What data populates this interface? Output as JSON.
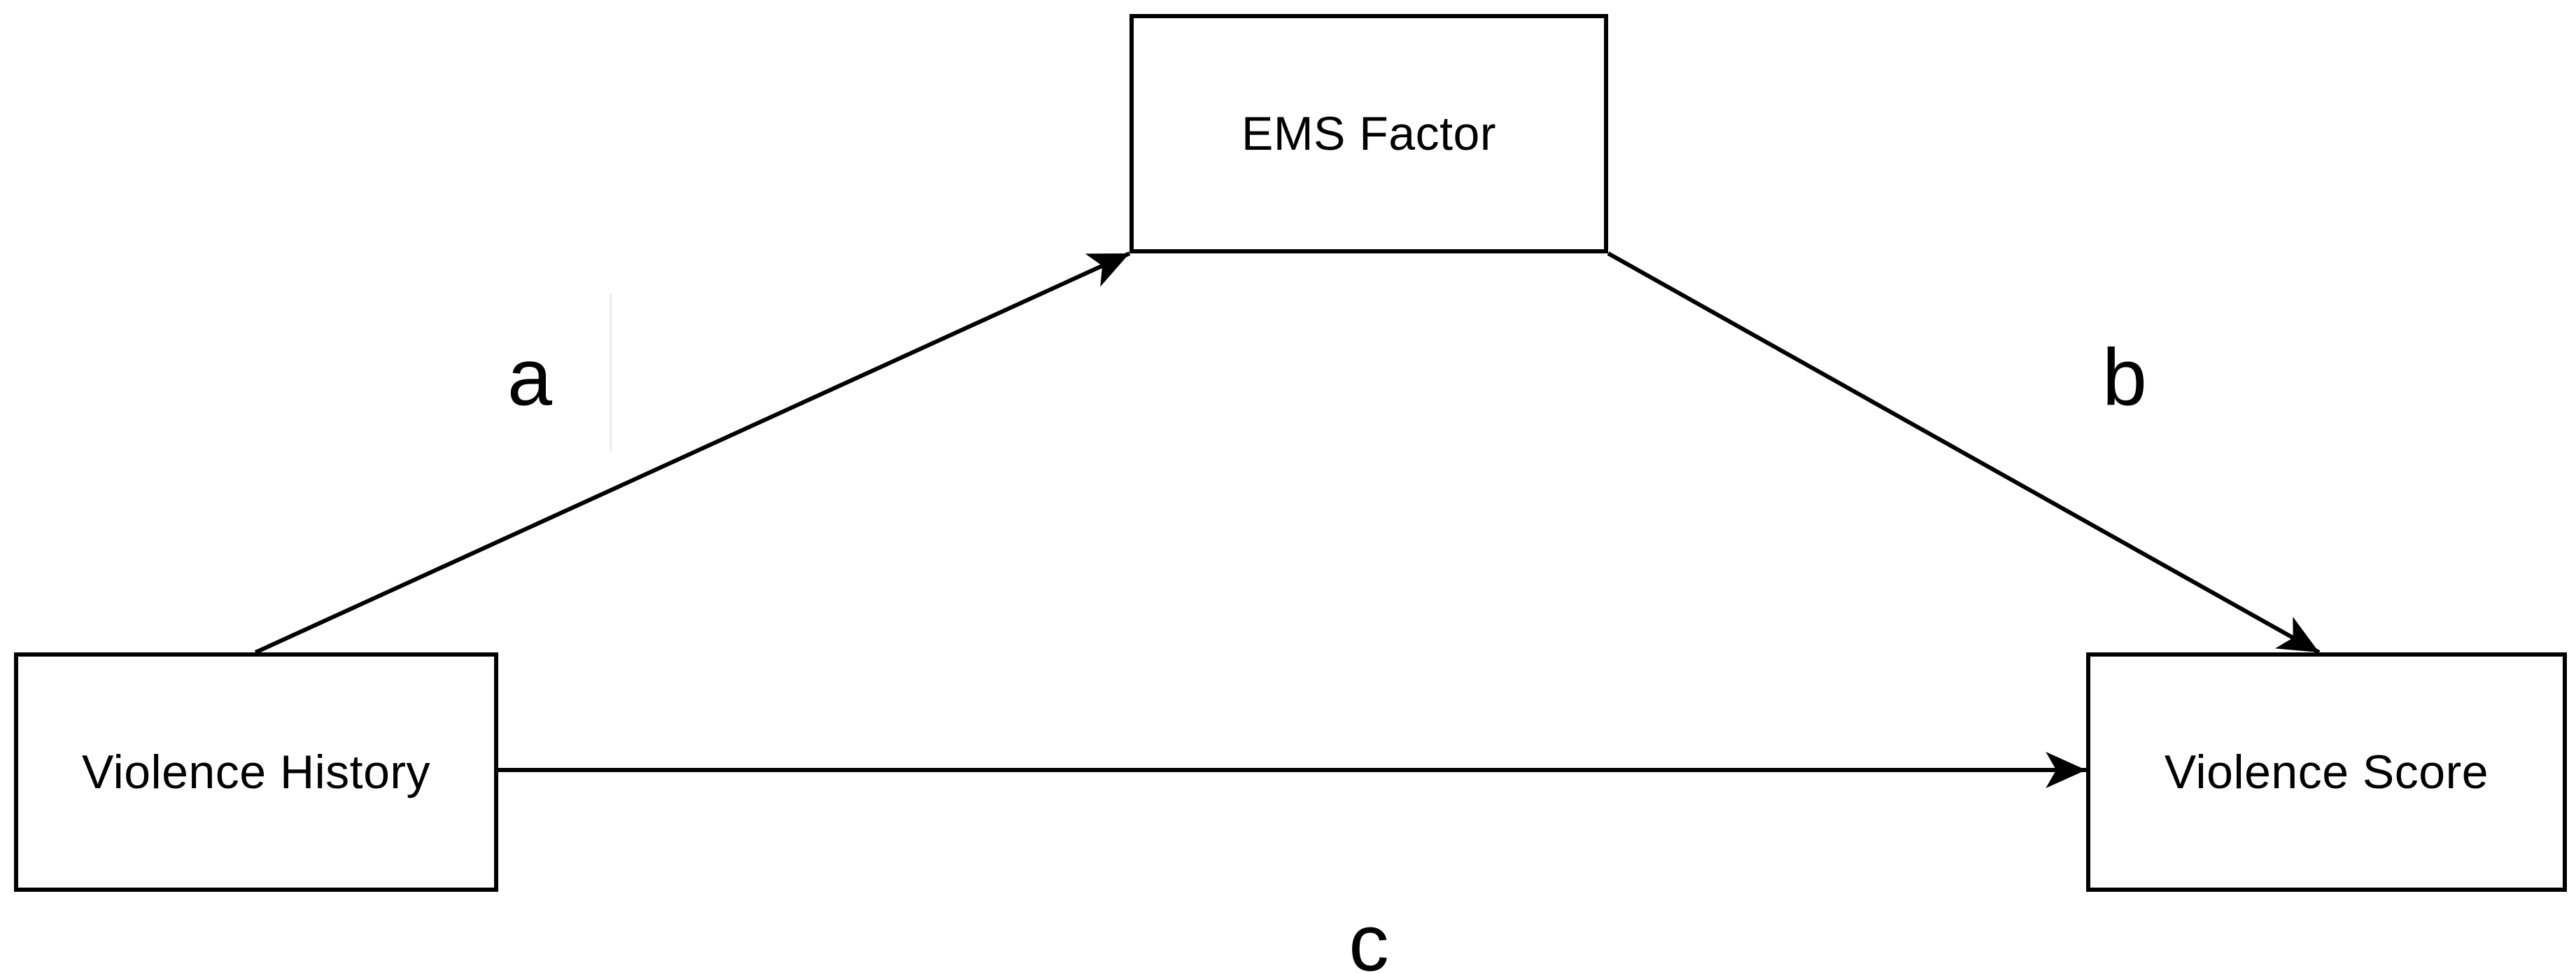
{
  "diagram": {
    "type": "mediation-path-diagram",
    "background_color": "#ffffff",
    "stroke_color": "#000000",
    "nodes": [
      {
        "id": "ems-factor",
        "label": "EMS Factor",
        "role": "mediator"
      },
      {
        "id": "violence-history",
        "label": "Violence History",
        "role": "predictor"
      },
      {
        "id": "violence-score",
        "label": "Violence Score",
        "role": "outcome"
      }
    ],
    "edges": [
      {
        "id": "a",
        "label": "a",
        "from": "Violence History",
        "to": "EMS Factor"
      },
      {
        "id": "b",
        "label": "b",
        "from": "EMS Factor",
        "to": "Violence Score"
      },
      {
        "id": "c",
        "label": "c",
        "from": "Violence History",
        "to": "Violence Score"
      }
    ]
  }
}
